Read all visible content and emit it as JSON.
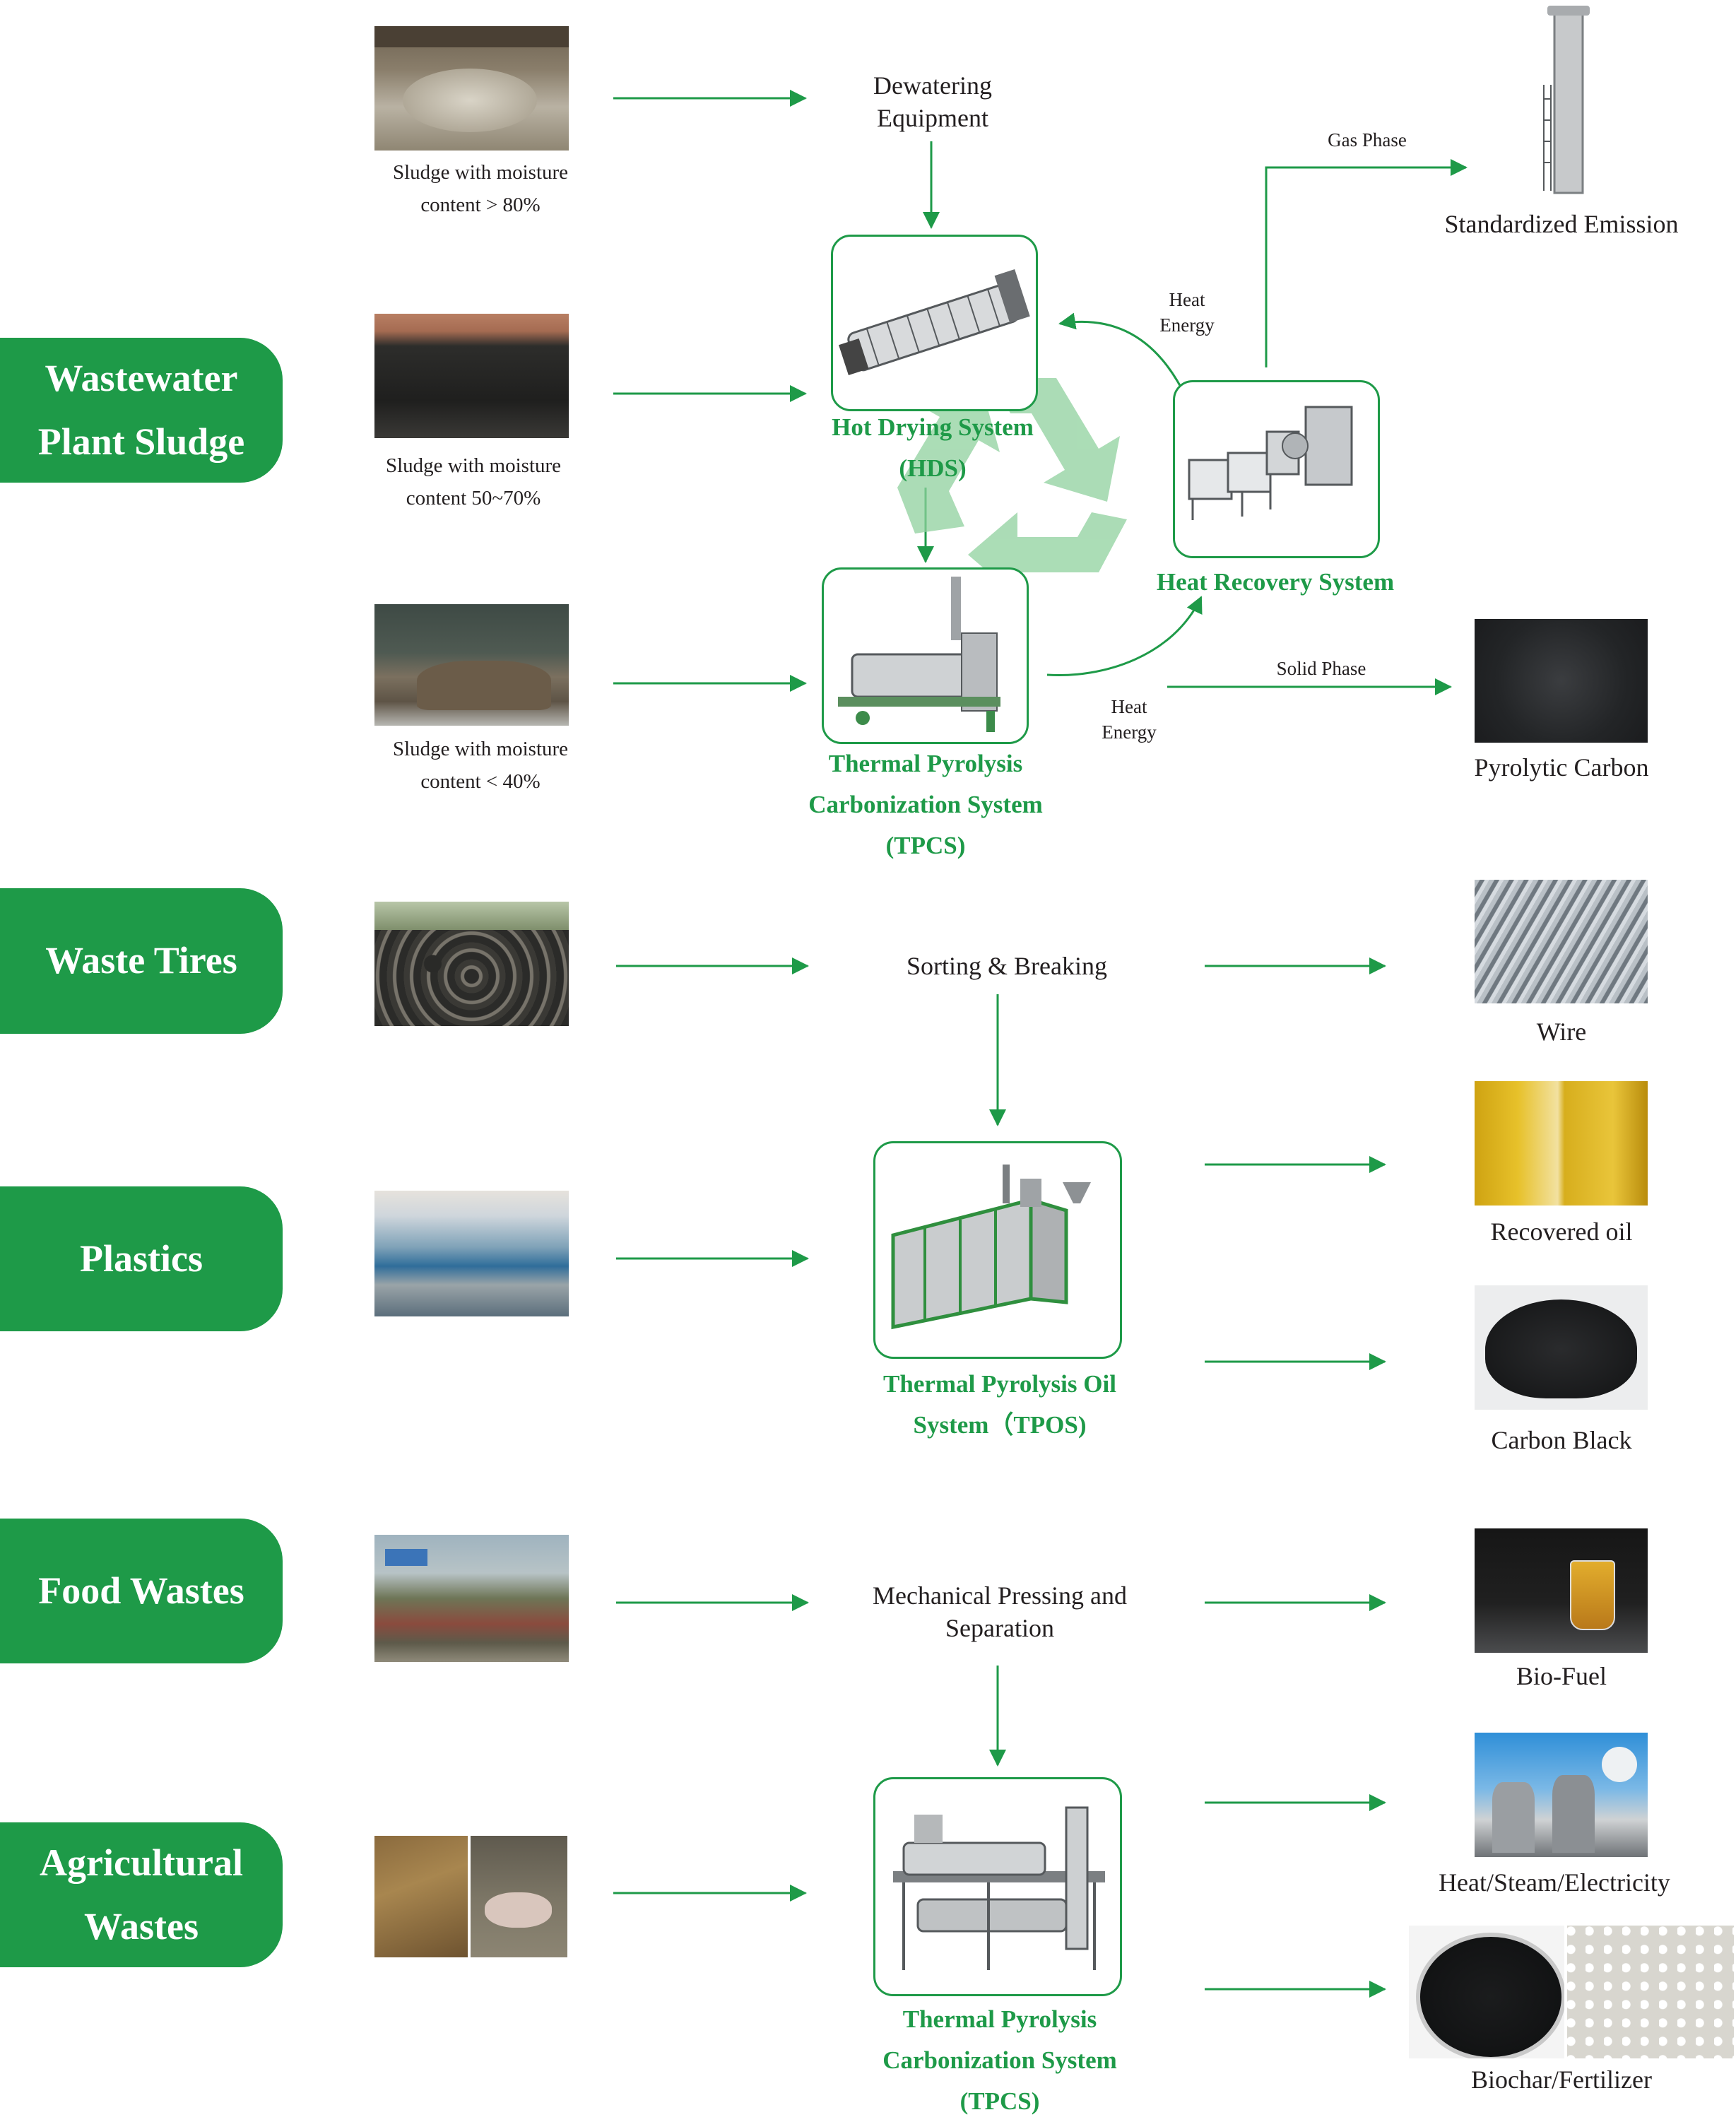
{
  "categories": {
    "sludge": "Wastewater\nPlant Sludge",
    "tires": "Waste Tires",
    "plastics": "Plastics",
    "food": "Food Wastes",
    "agri": "Agricultural\nWastes"
  },
  "sludge_inputs": {
    "high": "Sludge with moisture\ncontent > 80%",
    "mid": "Sludge with moisture\ncontent 50~70%",
    "low": "Sludge with moisture\ncontent < 40%"
  },
  "processes": {
    "dewatering": "Dewatering\nEquipment",
    "hds": "Hot Drying System\n(HDS)",
    "tpcs_top": "Thermal Pyrolysis\nCarbonization System\n(TPCS)",
    "heat_recovery": "Heat Recovery System",
    "sorting": "Sorting & Breaking",
    "tpos": "Thermal Pyrolysis Oil\nSystem（TPOS)",
    "pressing": "Mechanical Pressing and\nSeparation",
    "tpcs_bottom": "Thermal Pyrolysis\nCarbonization System\n(TPCS)"
  },
  "flow_labels": {
    "gas_phase": "Gas Phase",
    "heat_energy_top": "Heat\nEnergy",
    "heat_energy_bottom": "Heat\nEnergy",
    "solid_phase": "Solid Phase"
  },
  "products": {
    "emission": "Standardized Emission",
    "pyrolytic_carbon": "Pyrolytic Carbon",
    "wire": "Wire",
    "oil": "Recovered oil",
    "carbon_black": "Carbon Black",
    "biofuel": "Bio-Fuel",
    "heat": "Heat/Steam/Electricity",
    "biochar": "Biochar/Fertilizer"
  },
  "colors": {
    "brand_green": "#1e9a48",
    "recycle_green": "#8fd19e",
    "text": "#231f20"
  }
}
